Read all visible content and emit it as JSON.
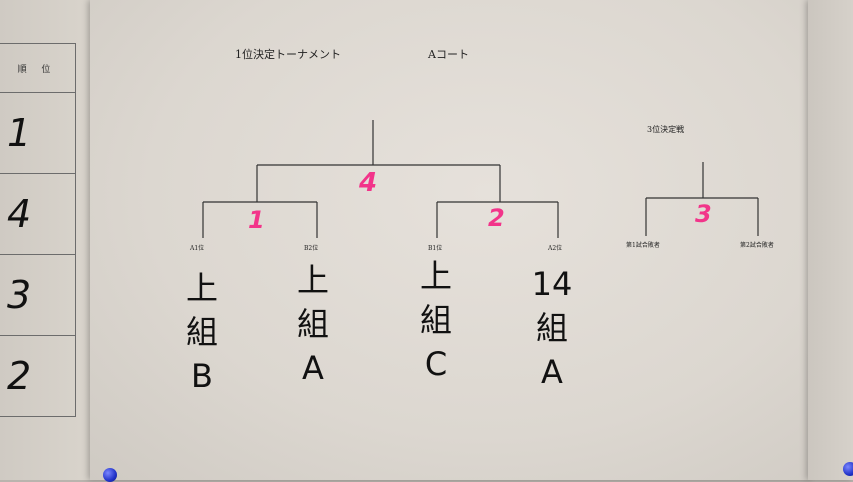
{
  "rank_table": {
    "header": "順 位",
    "cells": [
      "1",
      "4",
      "3",
      "2"
    ]
  },
  "bracket": {
    "title": "1位決定トーナメント",
    "court": "Aコート",
    "third_place_title": "3位決定戦",
    "slots": [
      "A1位",
      "B2位",
      "B1位",
      "A2位"
    ],
    "third_slots": [
      "第1試合敗者",
      "第2試合敗者"
    ],
    "match_numbers": {
      "final": "4",
      "semi_left": "1",
      "semi_right": "2",
      "third": "3"
    },
    "entries": [
      {
        "text": "上\n組\nB"
      },
      {
        "text": "上\n組\nA"
      },
      {
        "text": "上\n組\nC"
      },
      {
        "text": "14\n組\nA"
      }
    ]
  },
  "colors": {
    "marker_pink": "#f2348a",
    "line": "#333333",
    "pin_blue": "#2132c8"
  }
}
